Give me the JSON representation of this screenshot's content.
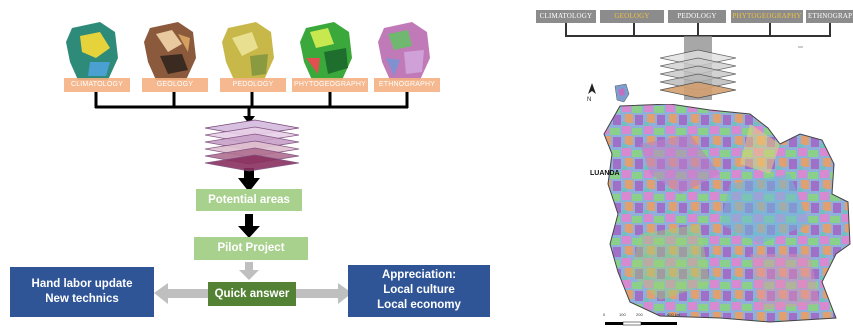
{
  "left_diagram": {
    "layers": [
      {
        "label": "CLIMATOLOGY",
        "color": "#2e8b7a"
      },
      {
        "label": "GEOLOGY",
        "color": "#8b5a3c"
      },
      {
        "label": "PEDOLOGY",
        "color": "#c8b84a"
      },
      {
        "label": "PHYTOGEOGRAPHY",
        "color": "#3aa83a"
      },
      {
        "label": "ETHNOGRAPHY",
        "color": "#c07ab8"
      }
    ],
    "potential_areas": "Potential areas",
    "pilot_project": "Pilot Project",
    "quick_answer": "Quick answer",
    "left_box": {
      "line1": "Hand labor update",
      "line2": "New technics"
    },
    "right_box": {
      "line1": "Appreciation:",
      "line2": "Local culture",
      "line3": "Local economy"
    }
  },
  "right_diagram": {
    "tabs": [
      "CLIMATOLOGY",
      "GEOLOGY",
      "PEDOLOGY",
      "PHYTOGEOGRAPHY",
      "ETHNOGRAPHY"
    ],
    "north_label": "N",
    "city_label": "LUANDA",
    "scale_ticks": [
      "0",
      "100",
      "200",
      "400 km"
    ]
  },
  "colors": {
    "light_green": "#a9d18e",
    "dark_green": "#548235",
    "blue": "#2f5597",
    "orange_label": "#f4b183",
    "tab_gray": "#8c8c8c"
  }
}
